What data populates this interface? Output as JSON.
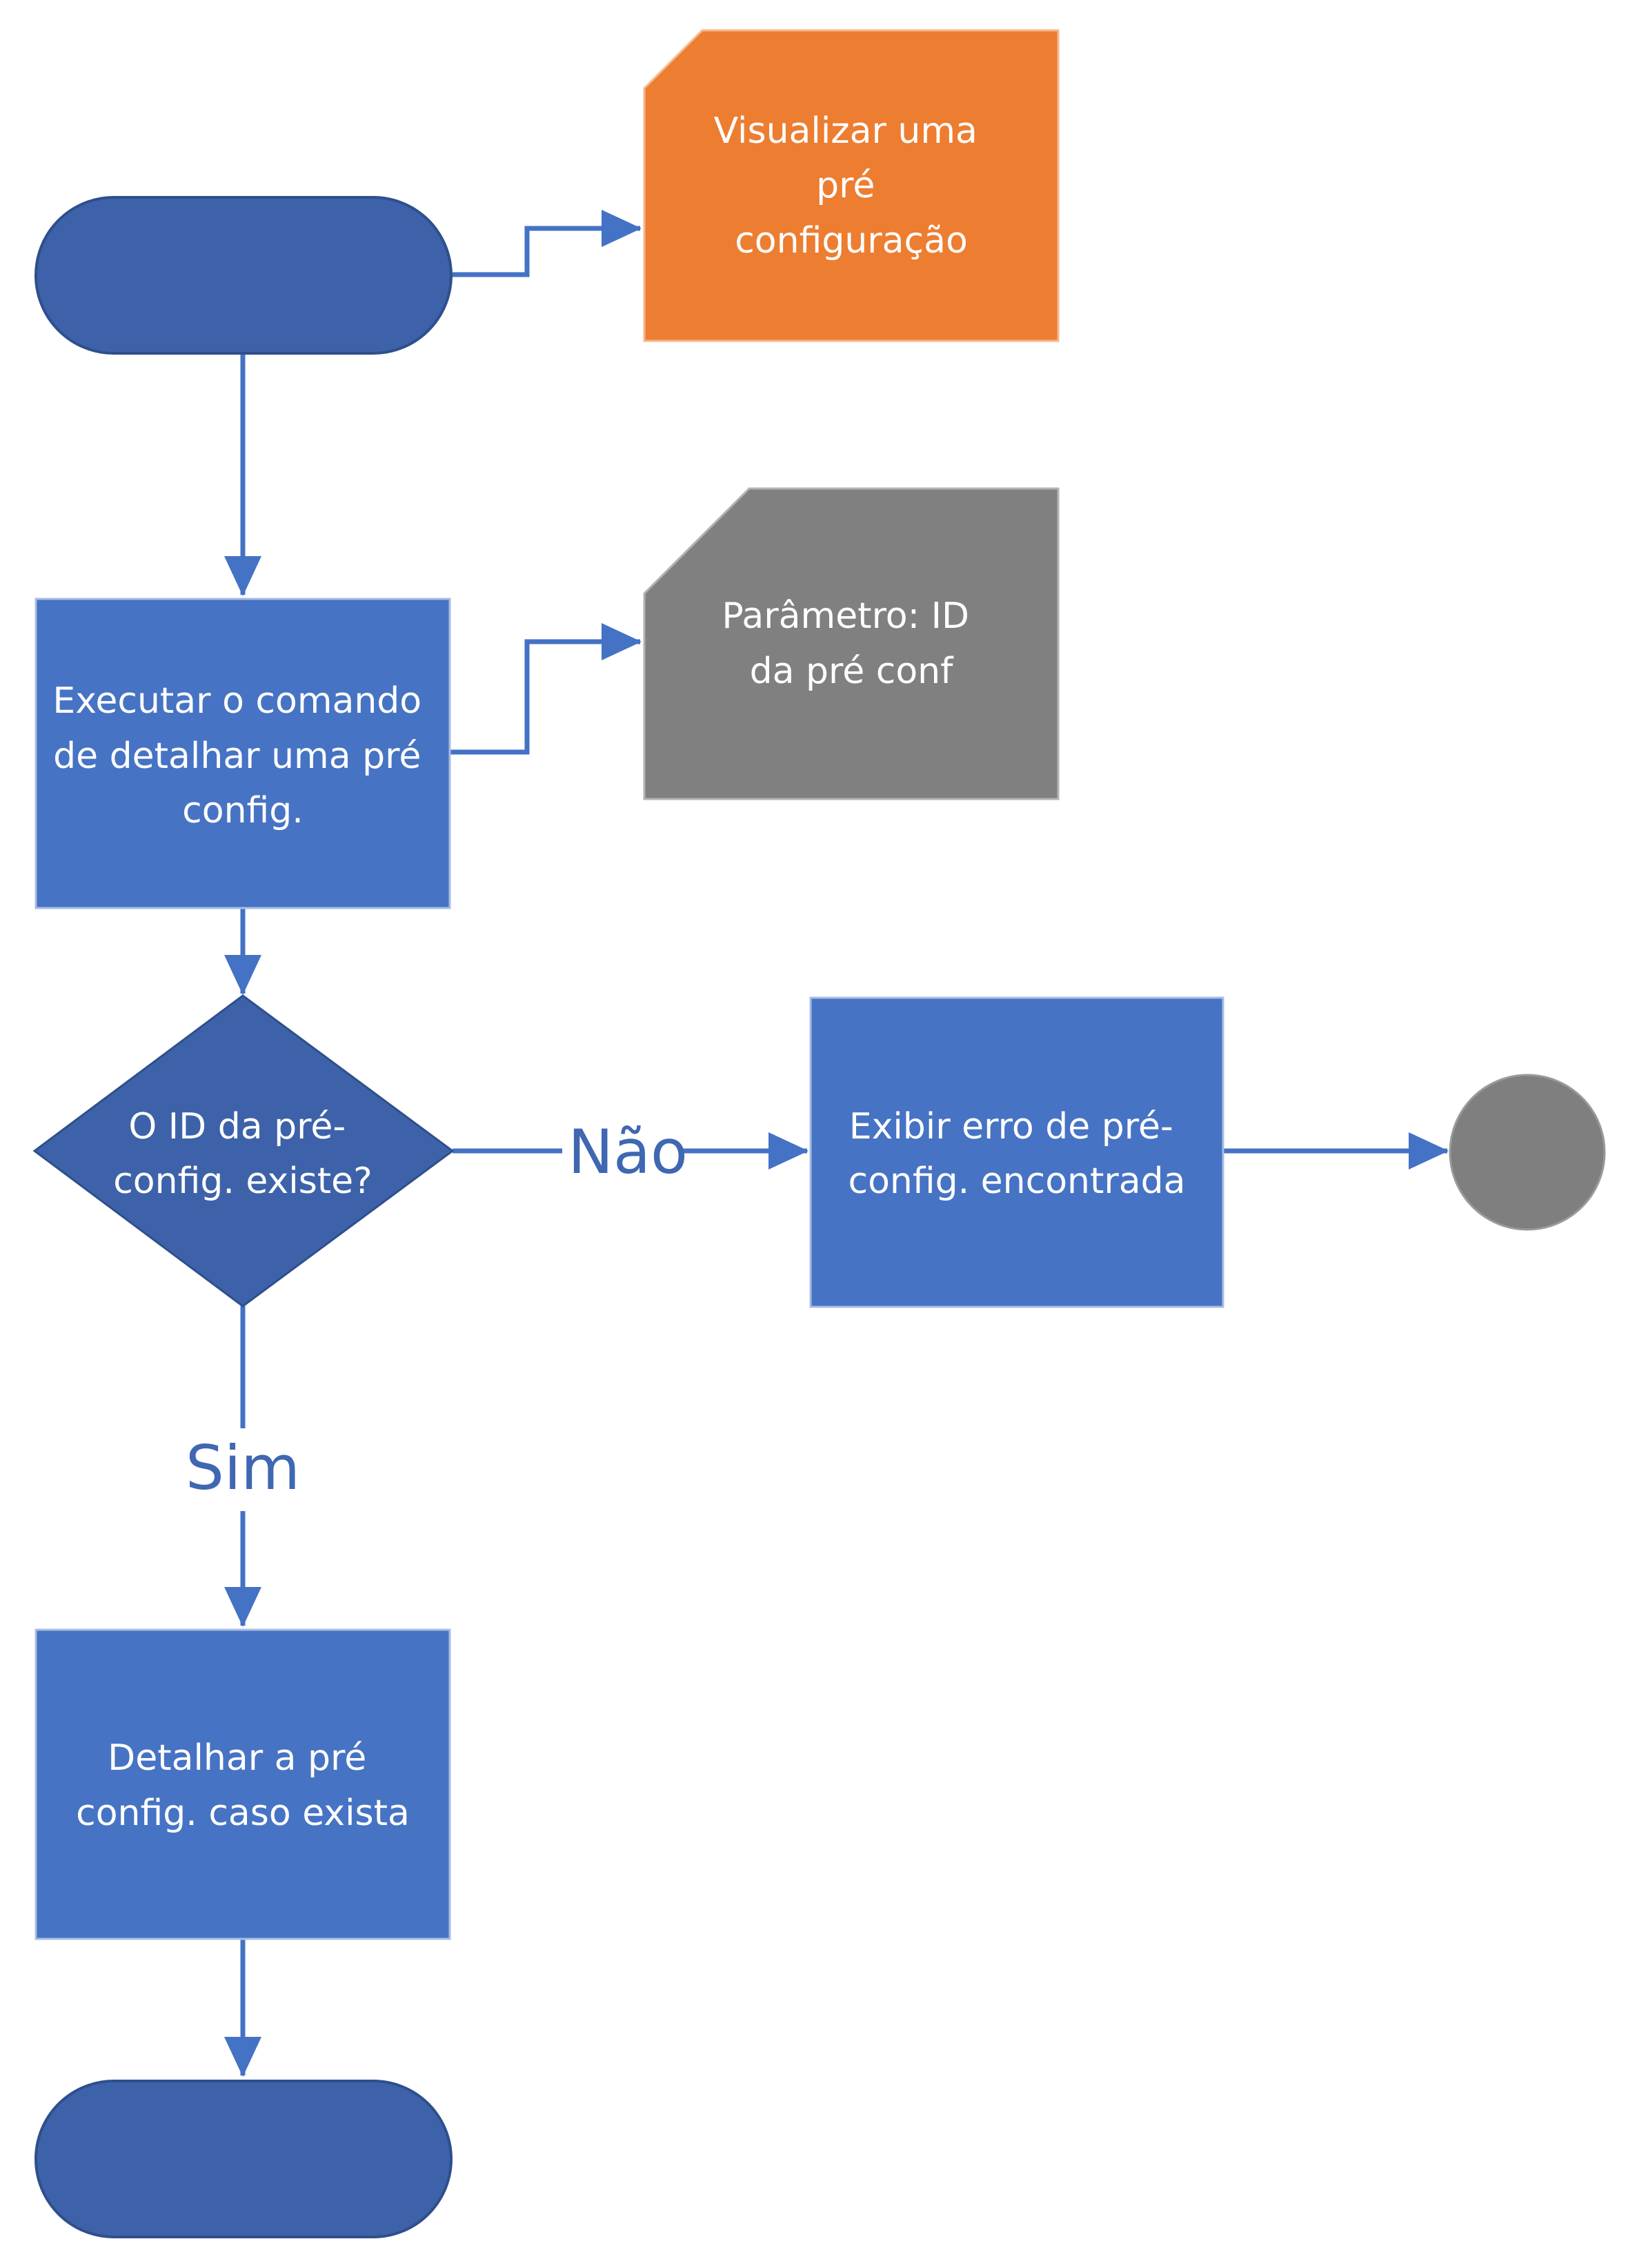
{
  "colors": {
    "terminal_fill": "#3d62a9",
    "terminal_stroke": "#2f4f8c",
    "process_fill": "#4673c4",
    "process_stroke": "#a8bde3",
    "decision_fill": "#3d62a9",
    "doc_orange_fill": "#ed7d31",
    "doc_orange_stroke": "#f6b68d",
    "doc_gray_fill": "#808080",
    "doc_gray_stroke": "#b3b3b3",
    "end_circle_fill": "#7f7f7f",
    "connector": "#4472c4",
    "label_text": "#3f67b2"
  },
  "nodes": {
    "start_terminal": {
      "label": ""
    },
    "use_case_note": {
      "lines": [
        "Visualizar uma",
        "pré",
        "configuração"
      ]
    },
    "execute_command": {
      "lines": [
        "Executar o comando",
        "de detalhar uma pré",
        "config."
      ]
    },
    "parameter_note": {
      "lines": [
        "Parâmetro:  ID",
        "da pré conf"
      ]
    },
    "id_exists_decision": {
      "lines": [
        "O ID da pré-",
        "config. existe?"
      ]
    },
    "error_process": {
      "lines": [
        "Exibir erro de pré-",
        "config. encontrada"
      ]
    },
    "detail_process": {
      "lines": [
        "Detalhar a pré",
        "config. caso exista"
      ]
    },
    "error_end_circle": {
      "label": ""
    },
    "end_terminal": {
      "label": ""
    }
  },
  "edges": {
    "no_label": "Não",
    "yes_label": "Sim"
  }
}
